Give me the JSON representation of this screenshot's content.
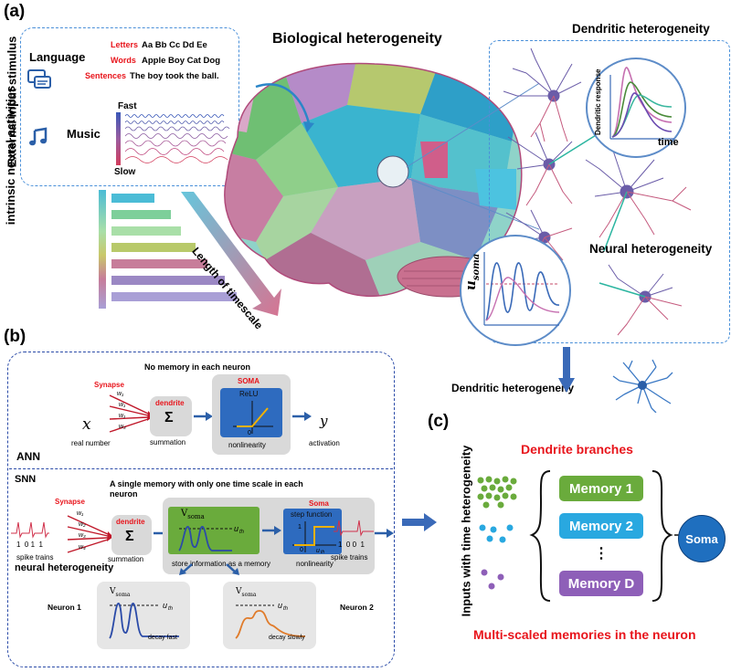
{
  "panel_a": {
    "label": "(a)",
    "external_input_label": "External  input stimulus",
    "language": {
      "label": "Language",
      "rows": [
        {
          "key": "Letters",
          "value": "Aa Bb Cc Dd Ee"
        },
        {
          "key": "Words",
          "value": "Apple Boy Cat Dog"
        },
        {
          "key": "Sentences",
          "value": "The boy took the ball."
        }
      ]
    },
    "music": {
      "label": "Music",
      "fast": "Fast",
      "slow": "Slow"
    },
    "bio_title": "Biological  heterogeneity",
    "dendritic_title": "Dendritic heterogeneity",
    "dendritic_response": "Dendritic response",
    "time": "time",
    "neural_title": "Neural heterogeneity",
    "u_soma": "u",
    "u_soma_sub": "soma",
    "intrinsic": "intrinsic neural activities",
    "timescale": "Length of timescale",
    "activity_bars": [
      {
        "color": "#4bbcd6",
        "len": 0.45
      },
      {
        "color": "#7dcf9a",
        "len": 0.62
      },
      {
        "color": "#a9dfa8",
        "len": 0.72
      },
      {
        "color": "#b8c96a",
        "len": 0.88
      },
      {
        "color": "#c77d9a",
        "len": 1.0
      },
      {
        "color": "#9b88c4",
        "len": 1.18
      },
      {
        "color": "#a99fd6",
        "len": 1.3
      }
    ]
  },
  "panel_b": {
    "label": "(b)",
    "ann": {
      "title": "No memory in each neuron",
      "synapse": "Synapse",
      "dendrite": "dendrite",
      "soma": "SOMA",
      "relu": "ReLU",
      "sum_symbol": "Σ",
      "x": "x",
      "y": "y",
      "real_number": "real number",
      "summation": "summation",
      "nonlinearity": "nonlinearity",
      "activation": "activation",
      "name": "ANN",
      "w": "w",
      "w_sub": "1"
    },
    "snn": {
      "name": "SNN",
      "title_line1": "A single memory with only one time scale  in each",
      "title_line2": "neuron",
      "synapse": "Synapse",
      "dendrite": "dendrite",
      "soma": "Soma",
      "sum_symbol": "Σ",
      "v_soma": "V",
      "v_soma_sub": "soma",
      "u_th": "u",
      "u_th_sub": "th",
      "step_function": "step function",
      "spike_in_bits": "1  0 1  1",
      "spike_out_bits": "1  0 0  1",
      "spike_trains_in": "spike trains",
      "summation": "summation",
      "store_info": "store information as a memory",
      "nonlinearity": "nonlinearity",
      "spike_trains_out": "spike trains",
      "neural_heterogeneity": "neural heterogeneity",
      "neuron1": "Neuron 1",
      "neuron2": "Neuron 2",
      "decay_fast": "decay fast",
      "decay_slowly": "decay slowly",
      "w_labels": [
        "w1",
        "w2",
        "w3",
        "w4"
      ]
    }
  },
  "panel_c": {
    "label": "(c)",
    "side_dendritic": "Dendritic heterogeneity",
    "inputs_label": "Inputs with time heterogeneity",
    "dendrite_branches": "Dendrite branches",
    "memories": [
      {
        "label": "Memory 1",
        "color": "#6aab3c"
      },
      {
        "label": "Memory 2",
        "color": "#29a8e0"
      },
      {
        "label": "Memory D",
        "color": "#8e5fb8"
      }
    ],
    "dots": "⋮",
    "soma": "Soma",
    "soma_color": "#1f6fbf",
    "footer": "Multi-scaled memories in the neuron"
  }
}
